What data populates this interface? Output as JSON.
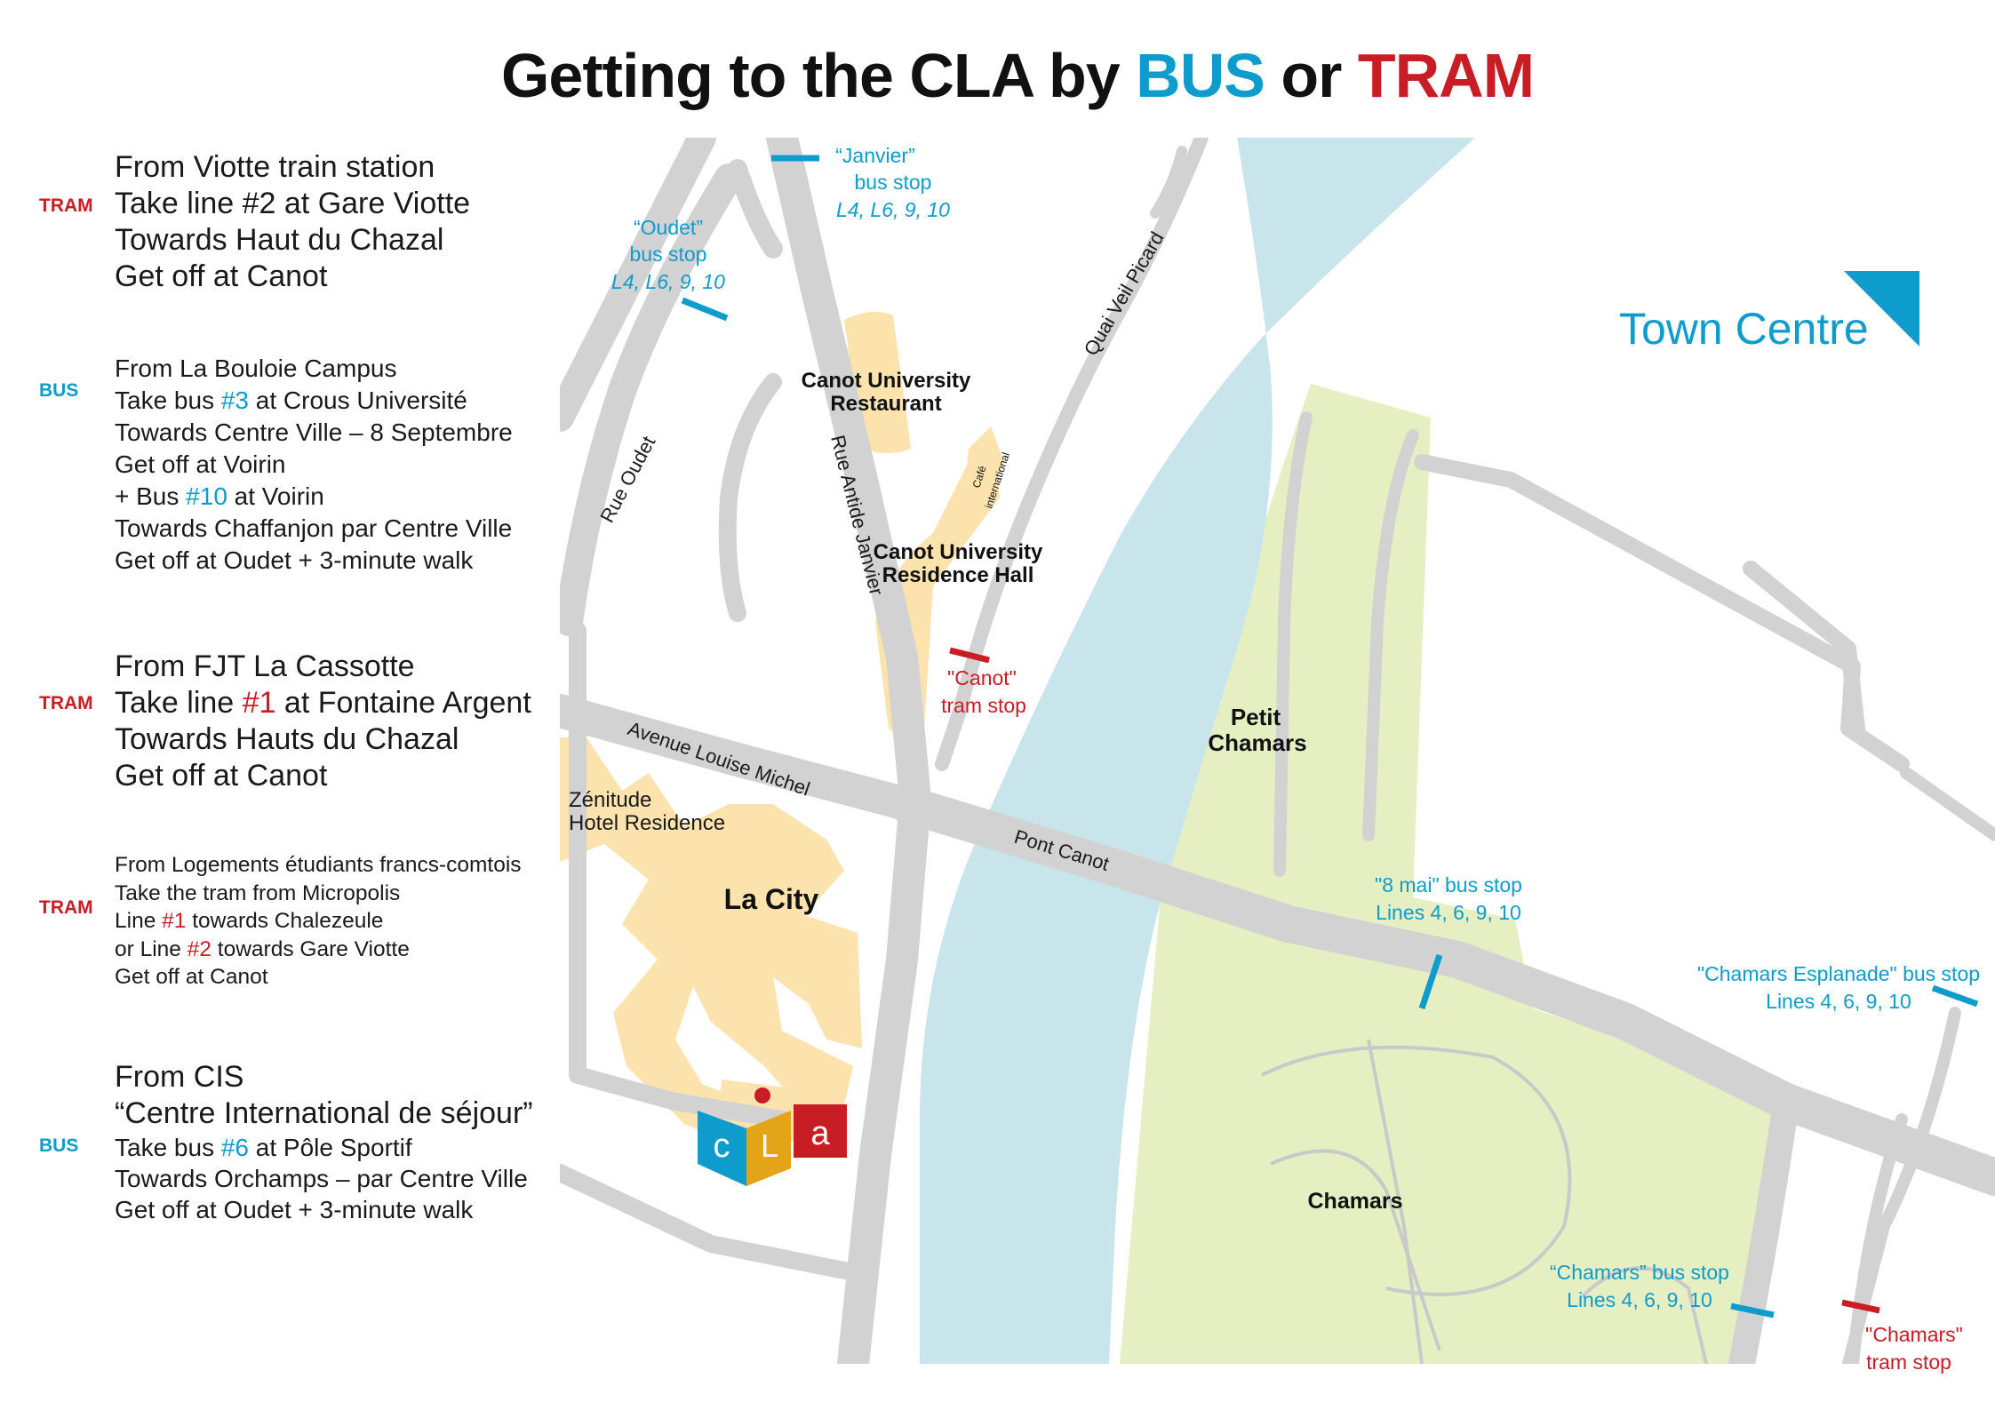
{
  "title": {
    "part1": "Getting to the CLA by ",
    "bus": "BUS",
    "part2": " or ",
    "tram": "TRAM"
  },
  "colors": {
    "bus": "#0e9ccc",
    "tram": "#c81d25",
    "road": "#d2d2d2",
    "river": "#c7e5ea",
    "park": "#e6efc2",
    "building": "#fce3ad"
  },
  "itineraries": [
    {
      "mode": "TRAM",
      "lines": [
        "From Viotte train station",
        "Take line #2 at Gare Viotte",
        "Towards Haut du Chazal",
        "Get off at Canot"
      ]
    },
    {
      "mode": "BUS",
      "lines": [
        "From La Bouloie Campus"
      ],
      "line2": {
        "a": "Take bus ",
        "num": "#3",
        "b": " at Crous Université"
      },
      "lines_b": [
        "Towards Centre Ville – 8 Septembre",
        "Get off at Voirin"
      ],
      "line5": {
        "a": "+ Bus ",
        "num": "#10",
        "b": " at Voirin"
      },
      "lines_c": [
        "Towards Chaffanjon par Centre Ville",
        "Get off at Oudet + 3-minute walk"
      ]
    },
    {
      "mode": "TRAM",
      "l1": "From FJT La Cassotte",
      "line2": {
        "a": "Take line ",
        "num": "#1",
        "b": " at Fontaine Argent"
      },
      "l3": "Towards Hauts du Chazal",
      "l4": "Get off at Canot"
    },
    {
      "mode": "TRAM",
      "l1": "From Logements étudiants francs-comtois",
      "l2": "Take the tram from Micropolis",
      "line3": {
        "a": "Line ",
        "num": "#1",
        "b": " towards Chalezeule"
      },
      "line4": {
        "a": "or Line ",
        "num": "#2",
        "b": " towards Gare Viotte"
      },
      "l5": "Get off at Canot"
    },
    {
      "mode": "BUS",
      "l1": "From CIS",
      "l2": "“Centre International de séjour”",
      "line3": {
        "a": "Take bus ",
        "num": "#6",
        "b": " at Pôle Sportif"
      },
      "l4": "Towards Orchamps – par Centre Ville",
      "l5": "Get off at Oudet + 3-minute walk"
    }
  ],
  "map": {
    "streets": {
      "rue_oudet": "Rue Oudet",
      "rue_antide": "Rue Antide Janvier",
      "quai": "Quai Veil Picard",
      "avenue": "Avenue Louise Michel",
      "pont": "Pont Canot"
    },
    "places": {
      "restaurant": [
        "Canot University",
        "Restaurant"
      ],
      "cafe": [
        "Café",
        "international"
      ],
      "residence": [
        "Canot University",
        "Residence Hall"
      ],
      "zenitude": [
        "Zénitude",
        "Hotel Residence"
      ],
      "la_city": "La City",
      "petit_chamars": [
        "Petit",
        "Chamars"
      ],
      "chamars": "Chamars",
      "town_centre": "Town Centre"
    },
    "stops": {
      "janvier": [
        "“Janvier”",
        "bus stop",
        "L4, L6, 9, 10"
      ],
      "oudet": [
        "“Oudet”",
        "bus stop",
        "L4, L6, 9, 10"
      ],
      "canot_tram": [
        "\"Canot\"",
        "tram stop"
      ],
      "huit_mai": [
        "\"8 mai\" bus stop",
        "Lines 4, 6, 9, 10"
      ],
      "esplanade": [
        "\"Chamars Esplanade\" bus stop",
        "Lines 4, 6, 9, 10"
      ],
      "chamars_bus": [
        "“Chamars” bus stop",
        "Lines 4, 6, 9, 10"
      ],
      "chamars_tram": [
        "\"Chamars\"",
        "tram stop"
      ]
    },
    "logo": {
      "c": "c",
      "l": "L",
      "a": "a"
    }
  }
}
